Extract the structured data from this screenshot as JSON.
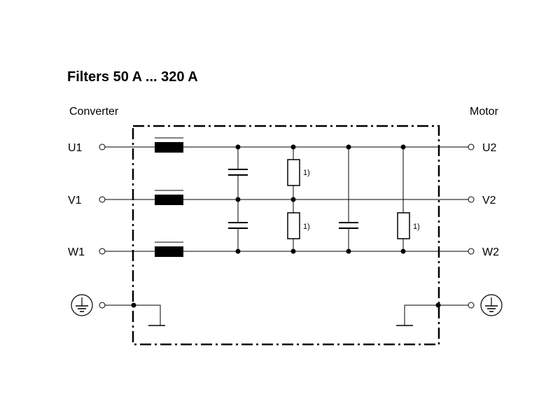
{
  "title": "Filters 50 A ... 320 A",
  "left_label": "Converter",
  "right_label": "Motor",
  "terminals": {
    "u1": "U1",
    "v1": "V1",
    "w1": "W1",
    "u2": "U2",
    "v2": "V2",
    "w2": "W2"
  },
  "footnote_marker": "1)",
  "icons": [
    "protective-earth-icon",
    "choke-icon",
    "capacitor-icon",
    "resistor-icon"
  ]
}
